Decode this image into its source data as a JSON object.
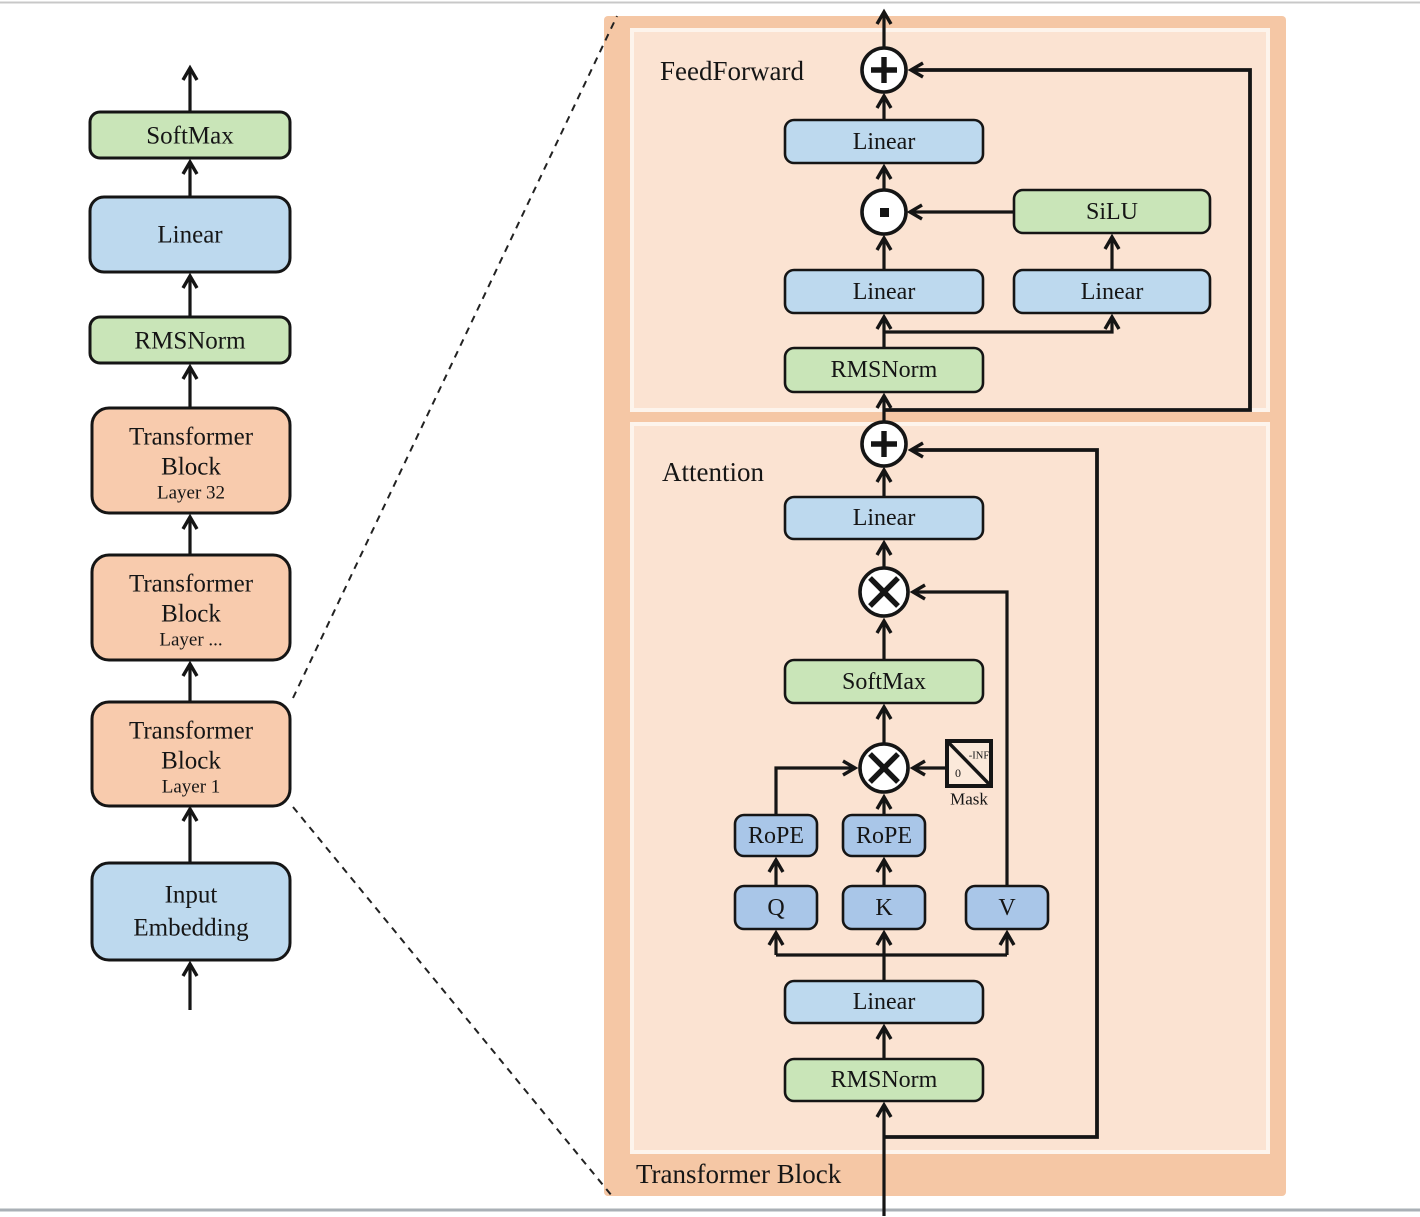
{
  "diagram": {
    "left_column": {
      "softmax": "SoftMax",
      "linear": "Linear",
      "rmsnorm": "RMSNorm",
      "tb_top": {
        "line1": "Transformer",
        "line2": "Block",
        "sub": "Layer 32"
      },
      "tb_mid": {
        "line1": "Transformer",
        "line2": "Block",
        "sub": "Layer ..."
      },
      "tb_bottom": {
        "line1": "Transformer",
        "line2": "Block",
        "sub": "Layer 1"
      },
      "input_embedding": {
        "line1": "Input",
        "line2": "Embedding"
      }
    },
    "panel": {
      "title": "Transformer Block",
      "feedforward": {
        "label": "FeedForward",
        "linear_out": "Linear",
        "silu": "SiLU",
        "linear_gate": "Linear",
        "linear_up": "Linear",
        "rmsnorm": "RMSNorm"
      },
      "attention": {
        "label": "Attention",
        "linear_out": "Linear",
        "softmax": "SoftMax",
        "mask": {
          "label": "Mask",
          "neg_inf": "-INF",
          "zero": "0"
        },
        "rope_q": "RoPE",
        "rope_k": "RoPE",
        "q": "Q",
        "k": "K",
        "v": "V",
        "linear_in": "Linear",
        "rmsnorm": "RMSNorm"
      }
    },
    "colors": {
      "green": "#c9e5b8",
      "blue": "#bdd9ee",
      "periwinkle": "#a9c6e8",
      "orange_box": "#f8cbad",
      "panel_outer": "#f5c7a5",
      "panel_inner": "#fbe3d2",
      "panel_gap": "#fdf4ec",
      "mask_fill": "#fbe9da",
      "line": "#151515"
    }
  }
}
